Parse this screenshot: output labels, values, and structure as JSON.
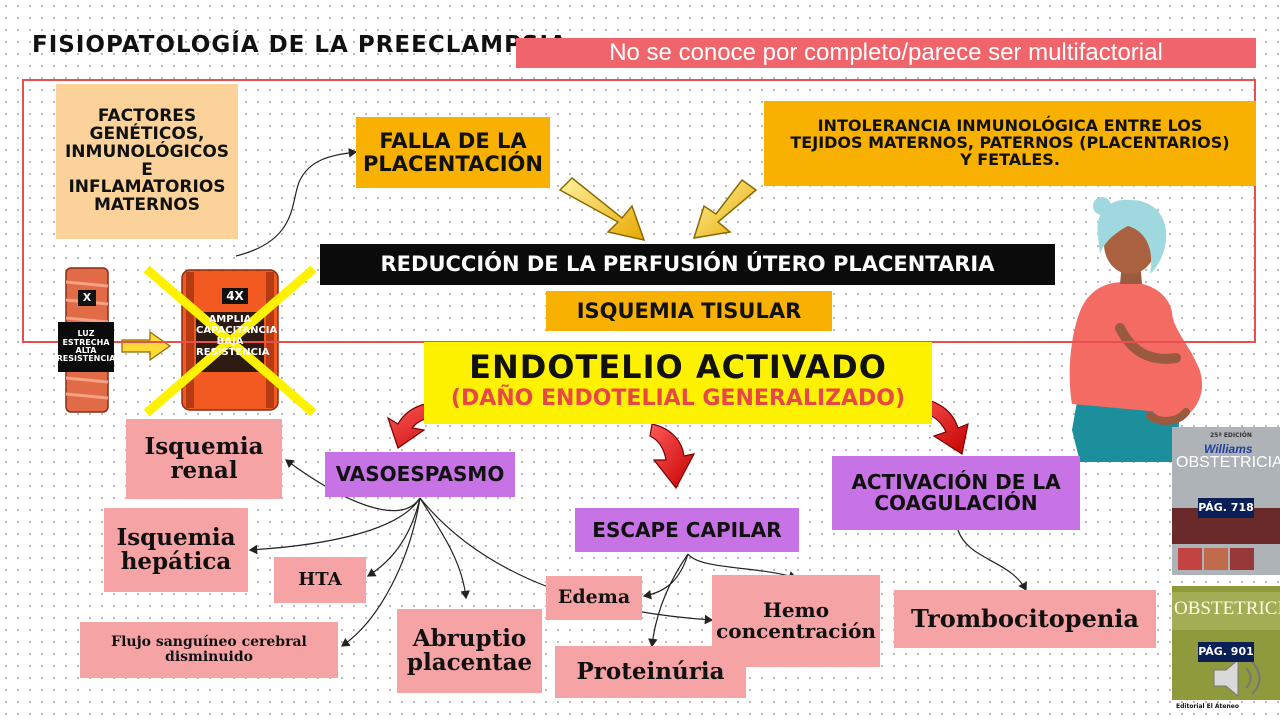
{
  "title": "FISIOPATOLOGÍA DE LA PREECLAMPSIA",
  "note": "No se conoce por completo/parece ser multifactorial",
  "factors": "FACTORES GENÉTICOS, INMUNOLÓGICOS E INFLAMATORIOS MATERNOS",
  "placentation": "FALLA DE LA PLACENTACIÓN",
  "intolerance": "INTOLERANCIA INMUNOLÓGICA ENTRE LOS TEJIDOS MATERNOS, PATERNOS (PLACENTARIOS) Y FETALES.",
  "reduction": "REDUCCIÓN DE LA PERFUSIÓN  ÚTERO PLACENTARIA",
  "ischemia": "ISQUEMIA TISULAR",
  "endothelium": {
    "main": "ENDOTELIO ACTIVADO",
    "sub": "(DAÑO ENDOTELIAL GENERALIZADO)"
  },
  "vessels": {
    "narrow_x": "X",
    "narrow_label": "LUZ ESTRECHA ALTA RESISTENCIA",
    "wide_x": "4X",
    "wide_label": "AMPLIA CAPACITANCIA BAJA RESISTENCIA"
  },
  "branches": {
    "vasospasm": "VASOESPASMO",
    "capillary": "ESCAPE CAPILAR",
    "coagulation": "ACTIVACIÓN DE LA COAGULACIÓN"
  },
  "outcomes": {
    "renal": "Isquemia renal",
    "hepatic": "Isquemia hepática",
    "hta": "HTA",
    "cerebral": "Flujo sanguíneo  cerebral disminuido",
    "abruptio": "Abruptio placentae",
    "edema": "Edema",
    "proteinuria": "Proteinúria",
    "hemo": "Hemo concentración",
    "thrombo": "Trombocitopenia"
  },
  "books": {
    "edition": "25ª EDICIÓN",
    "brand": "Williams",
    "name1": "OBSTETRICIA",
    "page1": "PÁG. 718",
    "name2": "OBSTETRICIA",
    "page2": "PÁG. 901",
    "publisher": "Editorial El Ateneo"
  },
  "colors": {
    "red_note": "#f0656b",
    "peach": "#fbd39a",
    "orange": "#f8b100",
    "yellow": "#fff200",
    "purple": "#c773e6",
    "pink": "#f6a3a6"
  }
}
